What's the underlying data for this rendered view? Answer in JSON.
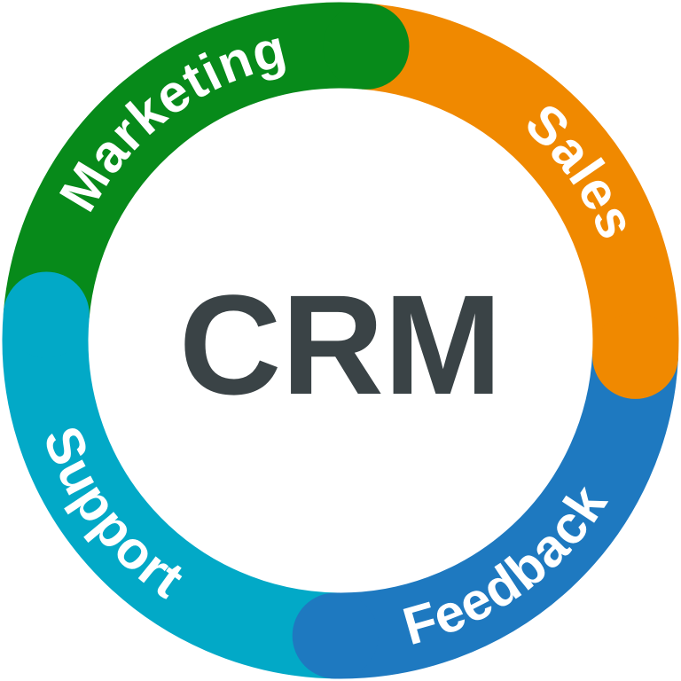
{
  "center": {
    "label": "CRM",
    "color": "#3a4346"
  },
  "segments": [
    {
      "id": "marketing",
      "label": "Marketing",
      "color": "#078a1a"
    },
    {
      "id": "sales",
      "label": "Sales",
      "color": "#f08900"
    },
    {
      "id": "feedback",
      "label": "Feedback",
      "color": "#1e79c0"
    },
    {
      "id": "support",
      "label": "Support",
      "color": "#02a9c7"
    }
  ]
}
